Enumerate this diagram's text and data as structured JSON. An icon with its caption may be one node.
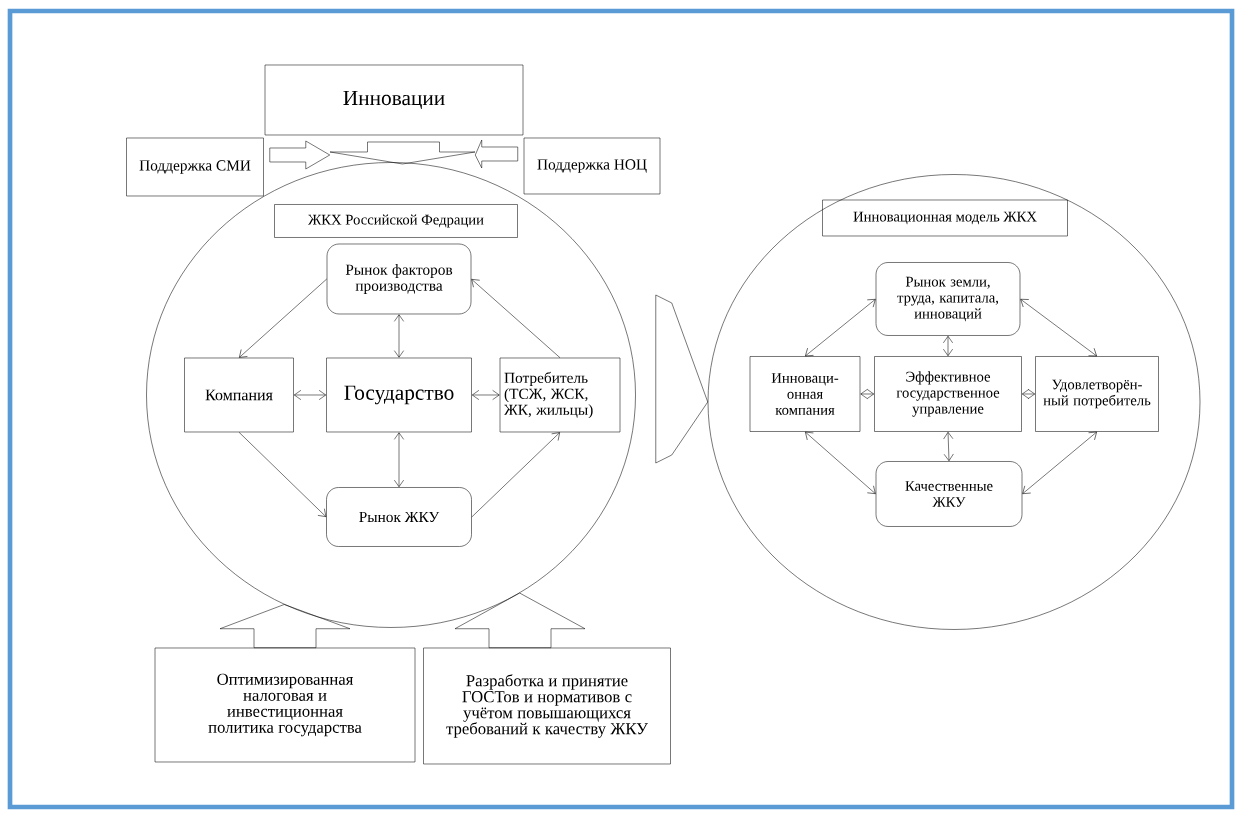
{
  "diagram": {
    "nodes": [
      {
        "text": [
          "Инновации"
        ]
      },
      {
        "text": [
          "Поддержка СМИ"
        ]
      },
      {
        "text": [
          "Поддержка НОЦ"
        ]
      },
      {
        "text": [],
        "shape": "funnel"
      },
      {
        "text": [],
        "shape": "ellipse"
      },
      {
        "text": [
          "ЖКХ Российской Федрации"
        ],
        "in": 4
      },
      {
        "text": [
          "Рынок факторов производства"
        ],
        "in": 4
      },
      {
        "text": [
          "Компания"
        ],
        "in": 4
      },
      {
        "text": [
          "Государство"
        ],
        "in": 4
      },
      {
        "text": [
          "Потребитель (ТСЖ, ЖСК, ЖК, жильцы)"
        ],
        "in": 4
      },
      {
        "text": [
          "Рынок ЖКУ"
        ],
        "in": 4
      },
      {
        "text": [],
        "shape": "ellipse"
      },
      {
        "text": [
          "Инновационная модель ЖКХ"
        ],
        "in": 11
      },
      {
        "text": [
          "Рынок земли, труда, капитала, инноваций"
        ],
        "in": 11
      },
      {
        "text": [
          "Инноваци- онная компания"
        ],
        "in": 11
      },
      {
        "text": [
          "Эффективное государственное управление"
        ],
        "in": 11
      },
      {
        "text": [
          "Удовлетворён- ный потребитель"
        ],
        "in": 11
      },
      {
        "text": [
          "Качественные ЖКУ"
        ],
        "in": 11
      },
      {
        "text": [
          "Оптимизированная налоговая и инвестиционная политика государства"
        ]
      },
      {
        "text": [
          "Разработка и принятие ГОСТов и нормативов с учётом повышающихся требований к качеству ЖКУ"
        ]
      }
    ],
    "edges": [
      {
        "from": 1,
        "to": 3,
        "arrow": "to"
      },
      {
        "from": 2,
        "to": 3,
        "arrow": "to"
      },
      {
        "from": 6,
        "to": 7,
        "arrow": "to"
      },
      {
        "from": 6,
        "to": 8,
        "arrow": "both"
      },
      {
        "from": 9,
        "to": 6,
        "arrow": "to"
      },
      {
        "from": 7,
        "to": 8,
        "arrow": "both"
      },
      {
        "from": 8,
        "to": 9,
        "arrow": "both"
      },
      {
        "from": 7,
        "to": 10,
        "arrow": "to"
      },
      {
        "from": 8,
        "to": 10,
        "arrow": "both"
      },
      {
        "from": 10,
        "to": 9,
        "arrow": "to"
      },
      {
        "from": 4,
        "to": 11,
        "arrow": "to"
      },
      {
        "from": 13,
        "to": 14,
        "arrow": "both"
      },
      {
        "from": 13,
        "to": 15,
        "arrow": "both"
      },
      {
        "from": 13,
        "to": 16,
        "arrow": "both"
      },
      {
        "from": 14,
        "to": 15,
        "arrow": "both"
      },
      {
        "from": 15,
        "to": 16,
        "arrow": "both"
      },
      {
        "from": 14,
        "to": 17,
        "arrow": "both"
      },
      {
        "from": 15,
        "to": 17,
        "arrow": "both"
      },
      {
        "from": 16,
        "to": 17,
        "arrow": "both"
      },
      {
        "from": 18,
        "to": 4,
        "arrow": "to"
      },
      {
        "from": 19,
        "to": 4,
        "arrow": "to"
      }
    ]
  }
}
